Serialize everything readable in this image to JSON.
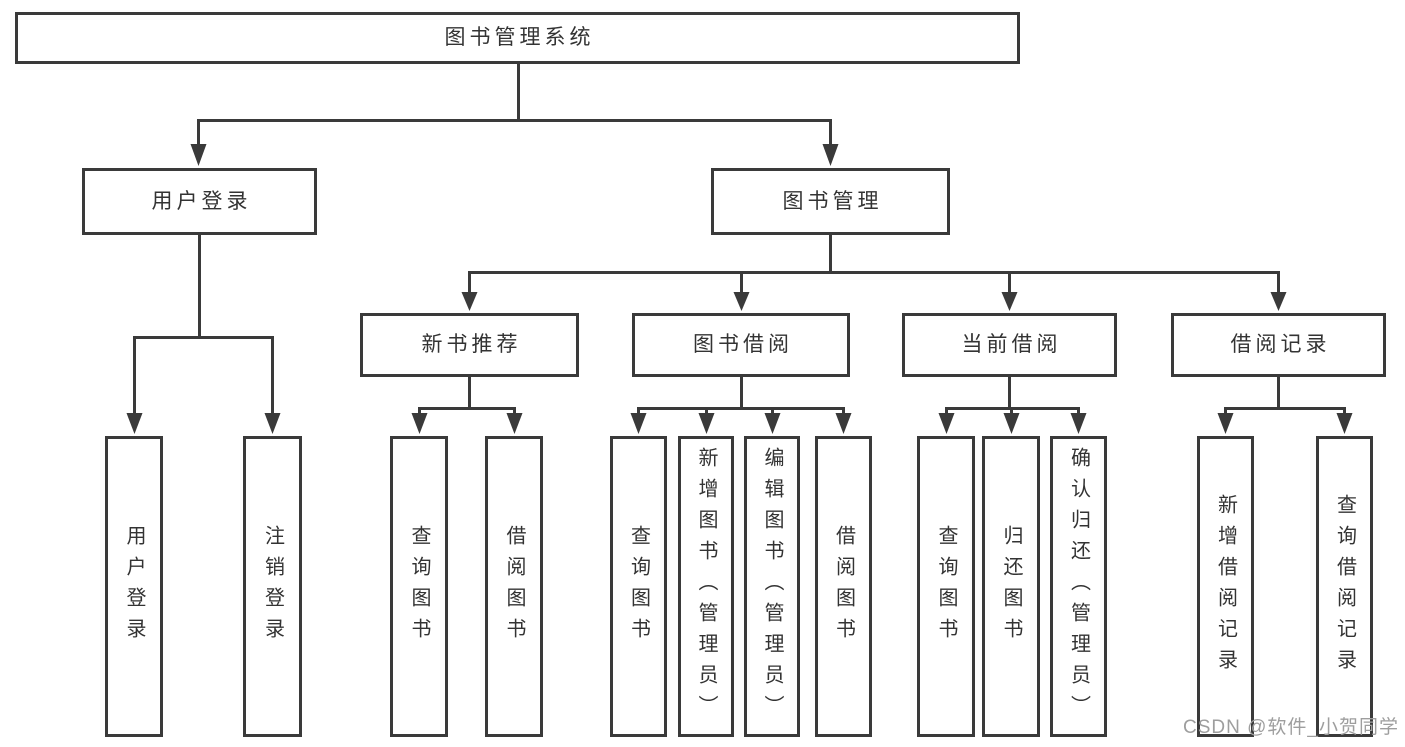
{
  "nodes": {
    "root": {
      "label": "图书管理系统"
    },
    "user_login": {
      "label": "用户登录"
    },
    "book_management": {
      "label": "图书管理"
    },
    "new_book_recommend": {
      "label": "新书推荐"
    },
    "book_borrow": {
      "label": "图书借阅"
    },
    "current_borrow": {
      "label": "当前借阅"
    },
    "borrow_record": {
      "label": "借阅记录"
    },
    "leaf_user_login": {
      "label": "用户登录"
    },
    "leaf_logout": {
      "label": "注销登录"
    },
    "recommend_query_book": {
      "label": "查询图书"
    },
    "recommend_borrow_book": {
      "label": "借阅图书"
    },
    "borrow_query_book": {
      "label": "查询图书"
    },
    "borrow_add_book": {
      "label": "新增图书（管理员）"
    },
    "borrow_edit_book": {
      "label": "编辑图书（管理员）"
    },
    "borrow_borrow_book": {
      "label": "借阅图书"
    },
    "current_query_book": {
      "label": "查询图书"
    },
    "current_return_book": {
      "label": "归还图书"
    },
    "current_confirm_return": {
      "label": "确认归还（管理员）"
    },
    "record_add_record": {
      "label": "新增借阅记录"
    },
    "record_query_record": {
      "label": "查询借阅记录"
    }
  },
  "edges": [
    [
      "root",
      "user_login"
    ],
    [
      "root",
      "book_management"
    ],
    [
      "user_login",
      "leaf_user_login"
    ],
    [
      "user_login",
      "leaf_logout"
    ],
    [
      "book_management",
      "new_book_recommend"
    ],
    [
      "book_management",
      "book_borrow"
    ],
    [
      "book_management",
      "current_borrow"
    ],
    [
      "book_management",
      "borrow_record"
    ],
    [
      "new_book_recommend",
      "recommend_query_book"
    ],
    [
      "new_book_recommend",
      "recommend_borrow_book"
    ],
    [
      "book_borrow",
      "borrow_query_book"
    ],
    [
      "book_borrow",
      "borrow_add_book"
    ],
    [
      "book_borrow",
      "borrow_edit_book"
    ],
    [
      "book_borrow",
      "borrow_borrow_book"
    ],
    [
      "current_borrow",
      "current_query_book"
    ],
    [
      "current_borrow",
      "current_return_book"
    ],
    [
      "current_borrow",
      "current_confirm_return"
    ],
    [
      "borrow_record",
      "record_add_record"
    ],
    [
      "borrow_record",
      "record_query_record"
    ]
  ],
  "watermark": {
    "text": "CSDN @软件_小贺同学"
  },
  "colors": {
    "line": "#3a3a3a",
    "text": "#333333",
    "background": "#ffffff",
    "watermark": "#9e9e9e"
  }
}
